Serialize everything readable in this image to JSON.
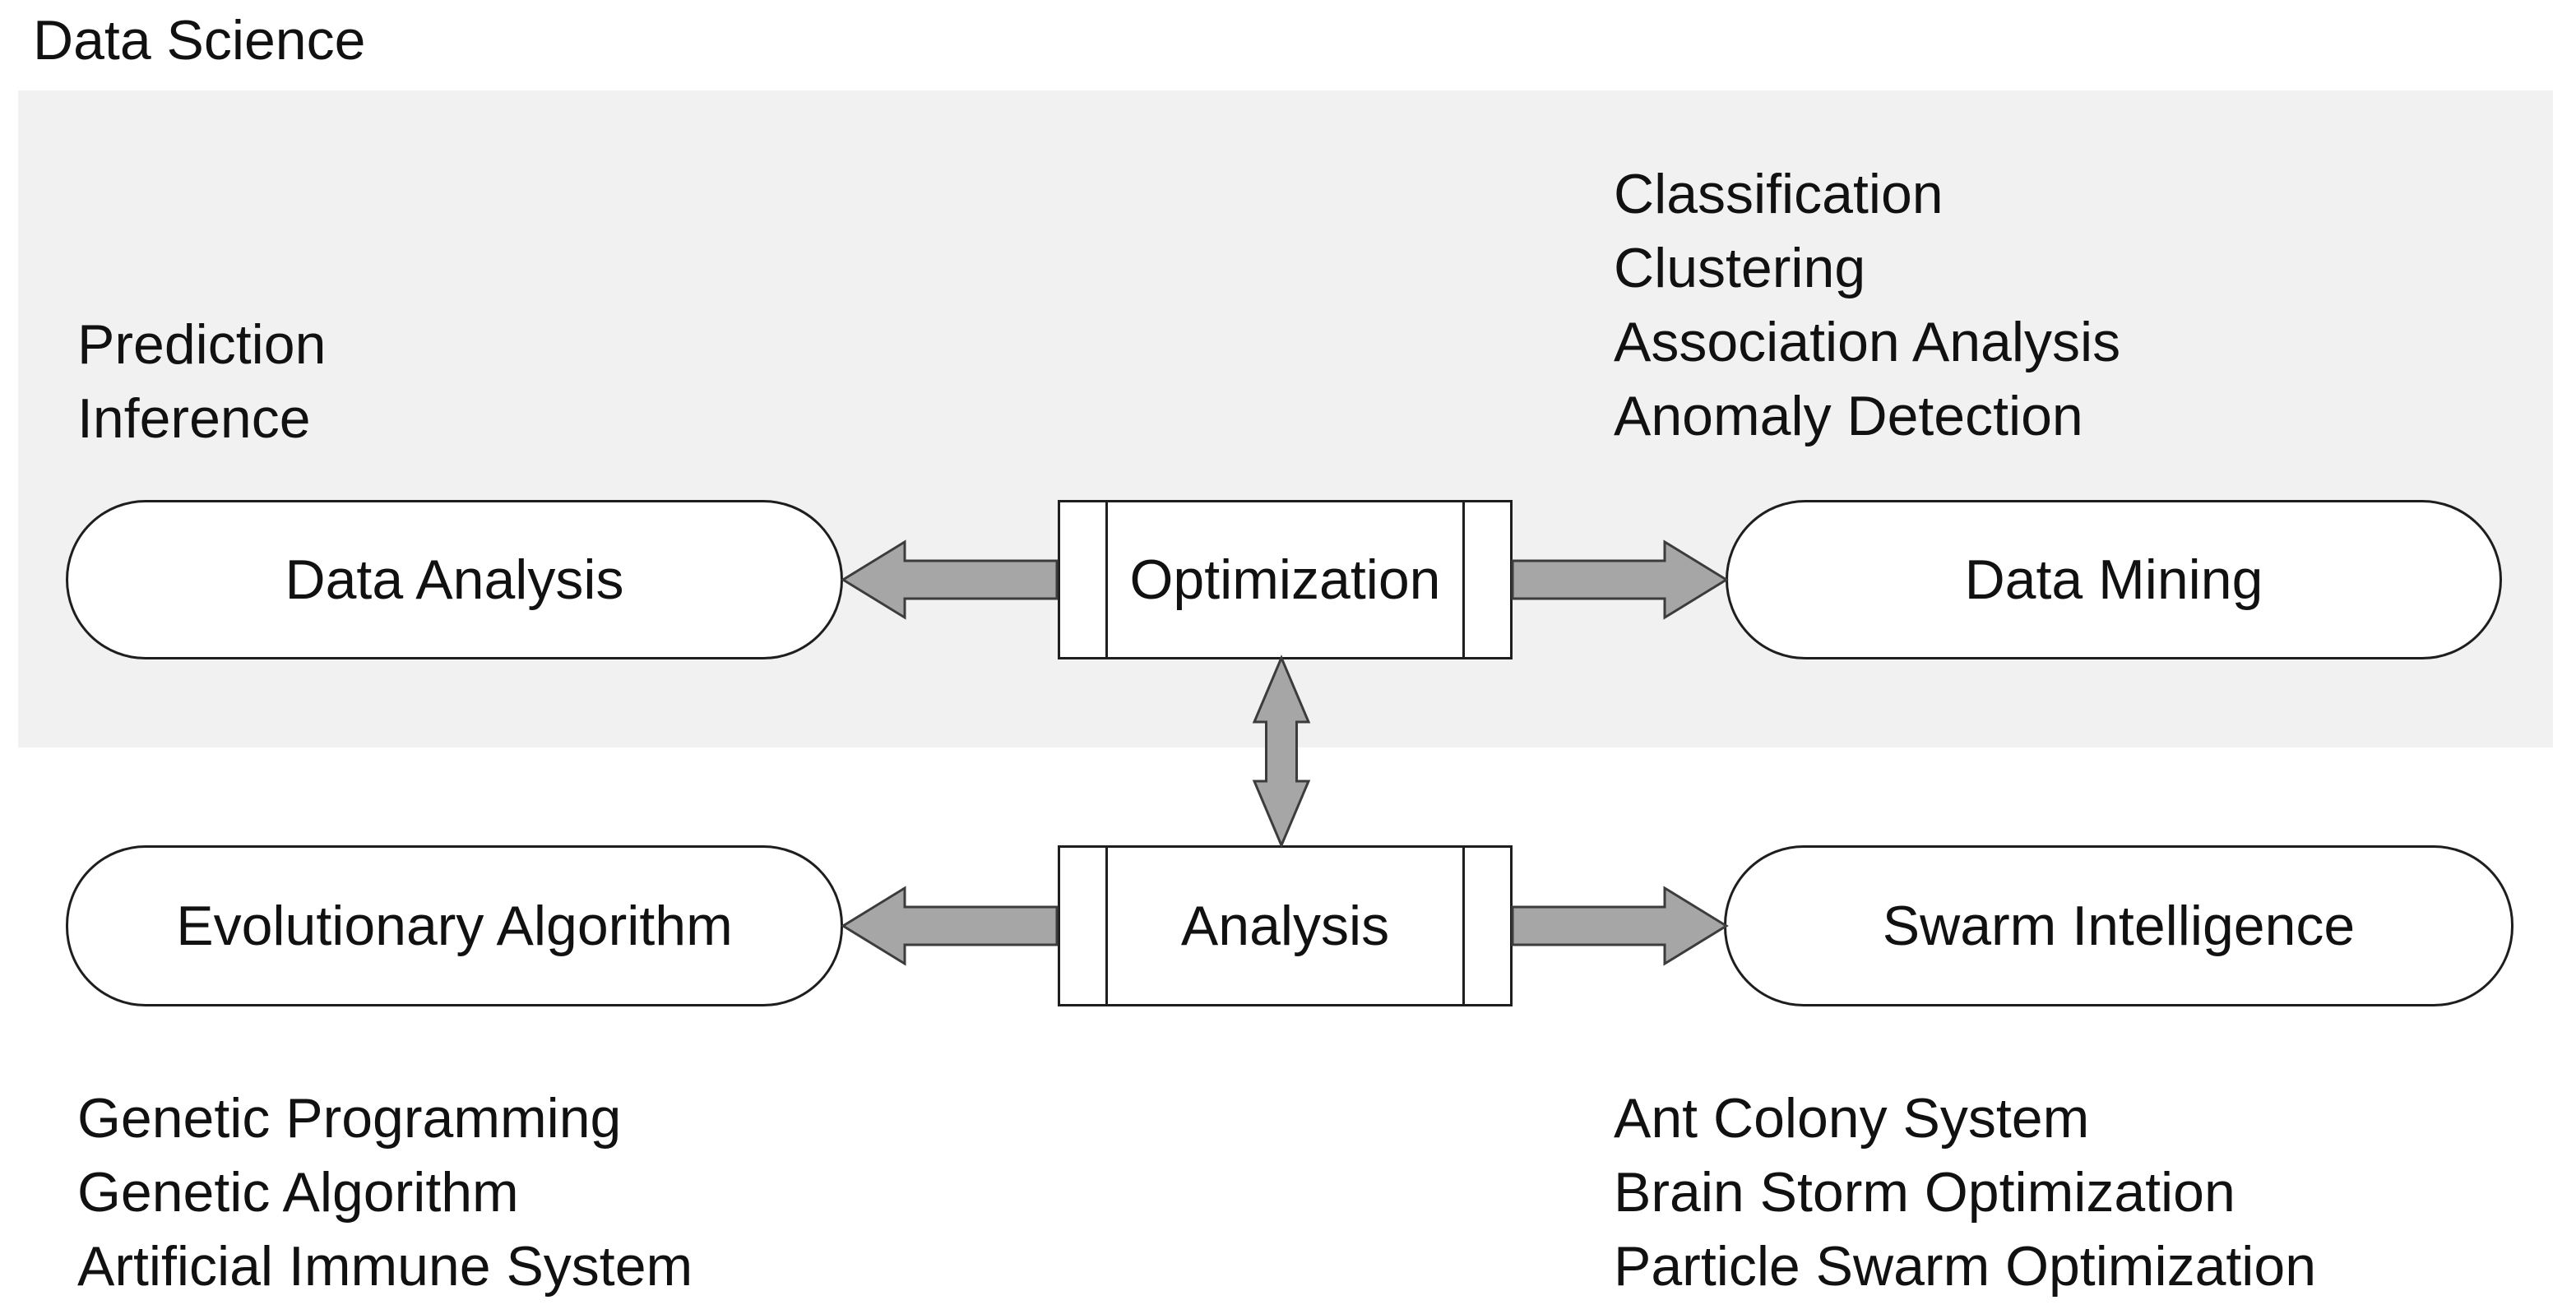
{
  "title": "Data Science",
  "colors": {
    "band_bg": "#f1f1f1",
    "canvas_bg": "#ffffff",
    "shape_fill": "#ffffff",
    "shape_border": "#1e1e1e",
    "arrow_fill": "#a6a6a6",
    "arrow_border": "#3c3c3c",
    "text": "#111111"
  },
  "nodes": {
    "data_analysis": {
      "label": "Data Analysis"
    },
    "optimization": {
      "label": "Optimization"
    },
    "data_mining": {
      "label": "Data Mining"
    },
    "evolutionary_algorithm": {
      "label": "Evolutionary Algorithm"
    },
    "analysis": {
      "label": "Analysis"
    },
    "swarm_intelligence": {
      "label": "Swarm Intelligence"
    }
  },
  "annotations": {
    "data_analysis_methods": [
      "Prediction",
      "Inference"
    ],
    "data_mining_methods": [
      "Classification",
      "Clustering",
      "Association Analysis",
      "Anomaly Detection"
    ],
    "evolutionary_algorithm_examples": [
      "Genetic Programming",
      "Genetic Algorithm",
      "Artificial Immune System"
    ],
    "swarm_intelligence_examples": [
      "Ant Colony System",
      "Brain Storm Optimization",
      "Particle Swarm Optimization"
    ]
  }
}
